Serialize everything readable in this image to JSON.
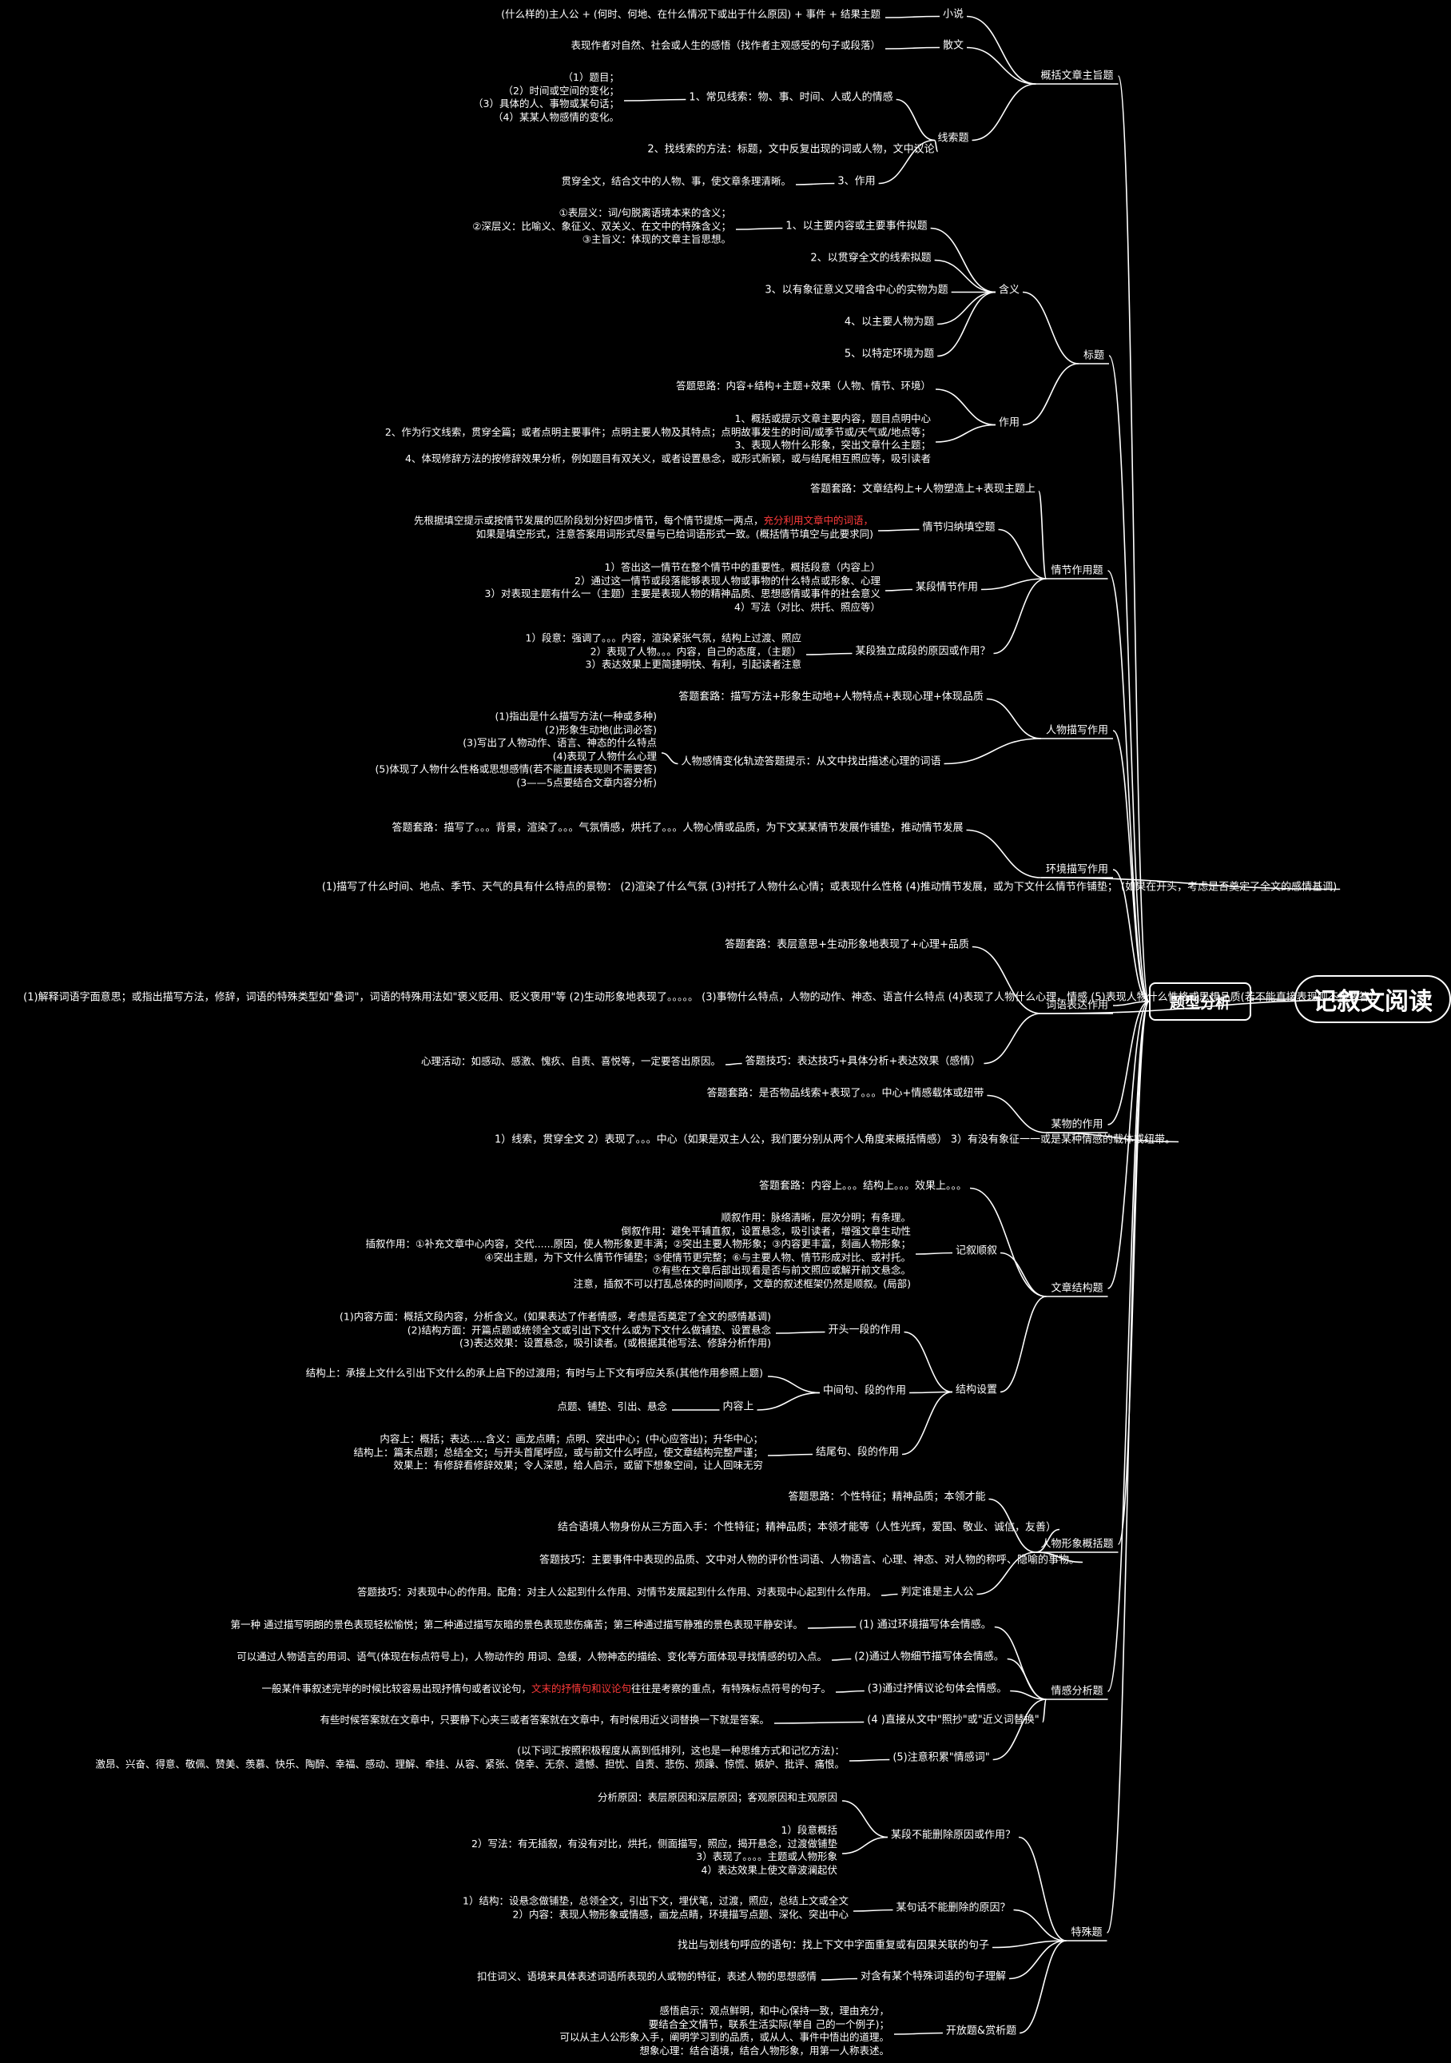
{
  "root": "记叙文阅读",
  "center": "题型分析",
  "branches": [
    {
      "label": "概括文章主旨题",
      "children": [
        {
          "label": "小说",
          "leaves": [
            "(什么样的)主人公 + (何时、何地、在什么情况下或出于什么原因) + 事件 + 结果主题"
          ]
        },
        {
          "label": "散文",
          "leaves": [
            "表现作者对自然、社会或人生的感悟（找作者主观感受的句子或段落）"
          ]
        },
        {
          "label": "线索题",
          "children": [
            {
              "label": "1、常见线索：物、事、时间、人或人的情感",
              "leaves": [
                "（1）题目；\n（2）时间或空间的变化；\n（3）具体的人、事物或某句话；\n（4）某某人物感情的变化。"
              ]
            },
            {
              "label": "2、找线索的方法：标题，文中反复出现的词或人物，文中议论",
              "leaves": []
            },
            {
              "label": "3、作用",
              "leaves": [
                "贯穿全文，结合文中的人物、事，使文章条理清晰。"
              ]
            }
          ]
        }
      ]
    },
    {
      "label": "标题",
      "children": [
        {
          "label": "含义",
          "children": [
            {
              "label": "1、以主要内容或主要事件拟题",
              "leaves": [
                "①表层义：词/句脱离语境本来的含义；\n②深层义：比喻义、象征义、双关义、在文中的特殊含义；\n③主旨义：体现的文章主旨思想。"
              ]
            },
            {
              "label": "2、以贯穿全文的线索拟题",
              "leaves": []
            },
            {
              "label": "3、以有象征意义又暗含中心的实物为题",
              "leaves": []
            },
            {
              "label": "4、以主要人物为题",
              "leaves": []
            },
            {
              "label": "5、以特定环境为题",
              "leaves": []
            }
          ]
        },
        {
          "label": "作用",
          "leaves": [
            "答题思路：内容+结构+主题+效果（人物、情节、环境）",
            "1、概括或提示文章主要内容，题目点明中心\n2、作为行文线索，贯穿全篇；或者点明主要事件；点明主要人物及其特点；点明故事发生的时间/或季节或/天气或/地点等；\n3、表现人物什么形象，突出文章什么主题；\n4、体现修辞方法的按修辞效果分析，例如题目有双关义，或者设置悬念，或形式新颖，或与结尾相互照应等，吸引读者"
          ]
        }
      ]
    },
    {
      "label": "情节作用题",
      "children": [
        {
          "label": "答题套路：文章结构上+人物塑造上+表现主题上",
          "leaves": []
        },
        {
          "label": "情节归纳填空题",
          "leaves": [
            "先根据填空提示或按情节发展的匹阶段划分好四步情节，每个情节提炼一两点，[[充分利用文章中的词语，]]\n如果是填空形式，注意答案用词形式尽量与已给词语形式一致。(概括情节填空与此要求同)"
          ]
        },
        {
          "label": "某段情节作用",
          "leaves": [
            "1）答出这一情节在整个情节中的重要性。概括段意（内容上）\n2）通过这一情节或段落能够表现人物或事物的什么特点或形象、心理\n3）对表现主题有什么一（主题）主要是表现人物的精神品质、思想感情或事件的社会意义\n4）写法（对比、烘托、照应等）"
          ]
        },
        {
          "label": "某段独立成段的原因或作用？",
          "leaves": [
            "1）段意：强调了。。。内容，渲染紧张气氛，结构上过渡、照应\n2）表现了人物。。。内容，自己的态度，（主题）\n3）表达效果上更简捷明快、有利，引起读者注意"
          ]
        }
      ]
    },
    {
      "label": "人物描写作用",
      "children": [
        {
          "label": "答题套路：描写方法+形象生动地+人物特点+表现心理+体现品质",
          "leaves": []
        },
        {
          "label": "人物感情变化轨迹答题提示：从文中找出描述心理的词语",
          "leaves": [
            "(1)指出是什么描写方法(一种或多种)\n(2)形象生动地(此词必答)\n(3)写出了人物动作、语言、神态的什么特点\n(4)表现了人物什么心理\n(5)体现了人物什么性格或思想感情(若不能直接表现则不需要答)\n(3——5点要结合文章内容分析)"
          ]
        }
      ]
    },
    {
      "label": "环境描写作用",
      "children": [
        {
          "label": "答题套路：描写了。。。背景，渲染了。。。气氛情感，烘托了。。。人物心情或品质，为下文某某情节发展作铺垫，推动情节发展",
          "leaves": []
        },
        {
          "label": "(1)描写了什么时间、地点、季节、天气的具有什么特点的景物：\n(2)渲染了什么气氛\n(3)衬托了人物什么心情；或表现什么性格\n(4)推动情节发展，或为下文什么情节作铺垫；\n(如果在开头，考虑是否奠定了全文的感情基调)",
          "leaves": []
        }
      ]
    },
    {
      "label": "词语表达作用",
      "children": [
        {
          "label": "答题套路：表层意思+生动形象地表现了+心理+品质",
          "leaves": []
        },
        {
          "label": "(1)解释词语字面意思；或指出描写方法，修辞，词语的特殊类型如\"叠词\"，词语的特殊用法如\"褒义贬用、贬义褒用\"等\n(2)生动形象地表现了。。。。。\n(3)事物什么特点，人物的动作、神态、语言什么特点\n(4)表现了人物什么心理，情感\n(5)表现人物什么性格或思想品质(若不能直接表现则不需要答)",
          "leaves": []
        },
        {
          "label": "答题技巧：表达技巧+具体分析+表达效果（感情）",
          "leaves": [
            "心理活动：如感动、感激、愧疚、自责、喜悦等，一定要答出原因。"
          ]
        }
      ]
    },
    {
      "label": "某物的作用",
      "children": [
        {
          "label": "答题套路：是否物品线索+表现了。。。中心+情感载体或纽带",
          "leaves": []
        },
        {
          "label": "1）线索，贯穿全文\n2）表现了。。。中心（如果是双主人公，我们要分别从两个人角度来概括情感）\n3）有没有象征一一或是某种情感的载体或纽带。",
          "leaves": []
        }
      ]
    },
    {
      "label": "文章结构题",
      "children": [
        {
          "label": "答题套路：内容上。。。结构上。。。效果上。。。",
          "leaves": []
        },
        {
          "label": "记叙顺叙",
          "leaves": [
            "顺叙作用：脉络清晰，层次分明；有条理。\n倒叙作用：避免平铺直叙，设置悬念，吸引读者，增强文章生动性\n插叙作用：①补充文章中心内容，交代......原因，使人物形象更丰满；②突出主要人物形象；③内容更丰富，刻画人物形象；\n④突出主题，为下文什么情节作铺垫；⑤使情节更完整；⑥与主要人物、情节形成对比、或衬托。\n⑦有些在文章后部出现看是否与前文照应或解开前文悬念。\n注意，插叙不可以打乱总体的时间顺序，文章的叙述框架仍然是顺叙。(局部)"
          ]
        },
        {
          "label": "结构设置",
          "children": [
            {
              "label": "开头一段的作用",
              "leaves": [
                "(1)内容方面：概括文段内容，分析含义。(如果表达了作者情感，考虑是否奠定了全文的感情基调)\n(2)结构方面：开篇点题或统领全文或引出下文什么或为下文什么做铺垫、设置悬念\n(3)表达效果：设置悬念，吸引读者。(或根据其他写法、修辞分析作用)"
              ]
            },
            {
              "label": "中间句、段的作用",
              "leaves": [
                "结构上：承接上文什么引出下文什么的承上启下的过渡用；有时与上下文有呼应关系(其他作用参照上题)"
              ],
              "sub": {
                "label": "内容上",
                "leaves": [
                  "点题、铺垫、引出、悬念"
                ]
              }
            },
            {
              "label": "结尾句、段的作用",
              "leaves": [
                "内容上：概括；表达.....含义：画龙点睛；点明、突出中心；(中心应答出)；升华中心；\n结构上：篇末点题；总结全文；与开头首尾呼应，或与前文什么呼应，使文章结构完整严谨；\n效果上：有修辞看修辞效果；令人深思，给人启示，或留下想象空间，让人回味无穷"
              ]
            }
          ]
        }
      ]
    },
    {
      "label": "人物形象概括题",
      "children": [
        {
          "label": "答题思路：个性特征；精神品质；本领才能",
          "leaves": []
        },
        {
          "label": "结合语境人物身份从三方面入手：个性特征；精神品质；本领才能等（人性光辉，爱国、敬业、诚信，友善）",
          "leaves": []
        },
        {
          "label": "答题技巧：主要事件中表现的品质、文中对人物的评价性词语、人物语言、心理、神态、对人物的称呼、隐喻的事物。",
          "leaves": []
        },
        {
          "label": "判定谁是主人公",
          "leaves": [
            "答题技巧：对表现中心的作用。配角：对主人公起到什么作用、对情节发展起到什么作用、对表现中心起到什么作用。"
          ]
        }
      ]
    },
    {
      "label": "情感分析题",
      "children": [
        {
          "label": "(1) 通过环境描写体会情感。",
          "leaves": [
            "第一种 通过描写明朗的景色表现轻松愉悦；第二种通过描写灰暗的景色表现悲伤痛苦；第三种通过描写静雅的景色表现平静安详。"
          ]
        },
        {
          "label": "(2)通过人物细节描写体会情感。",
          "leaves": [
            "可以通过人物语言的用词、语气(体现在标点符号上)，人物动作的 用词、急缓，人物神态的描绘、变化等方面体现寻找情感的切入点。"
          ]
        },
        {
          "label": "(3)通过抒情议论句体会情感。",
          "leaves": [
            "一般某件事叙述完毕的时候比较容易出现抒情句或者议论句，[[文末的抒情句和议论句]]往往是考察的重点，有特殊标点符号的句子。"
          ]
        },
        {
          "label": "(4 )直接从文中\"照抄\"或\"近义词替换\"",
          "leaves": [
            "有些时候答案就在文章中，只要静下心夹三或者答案就在文章中，有时候用近义词替换一下就是答案。"
          ]
        },
        {
          "label": "(5)注意积累\"情感词\"",
          "leaves": [
            "(以下词汇按照积极程度从高到低排列，这也是一种思维方式和记忆方法)：\n激昂、兴奋、得意、敬佩、赞美、羡慕、快乐、陶醉、幸福、感动、理解、牵挂、从容、紧张、侥幸、无奈、遗憾、担忧、自责、悲伤、烦躁、惊慌、嫉妒、批评、痛恨。"
          ]
        }
      ]
    },
    {
      "label": "特殊题",
      "children": [
        {
          "label": "某段不能删除原因或作用？",
          "leaves": [
            "分析原因：表层原因和深层原因；客观原因和主观原因",
            "1）段意概括\n2）写法：有无插叙，有没有对比，烘托，侧面描写，照应，揭开悬念，过渡做铺垫\n3）表现了。。。。主题或人物形象\n4）表达效果上使文章波澜起伏"
          ]
        },
        {
          "label": "某句话不能删除的原因？",
          "leaves": [
            "1）结构：设悬念做铺垫，总领全文，引出下文，埋伏笔，过渡，照应，总结上文或全文\n2）内容：表现人物形象或情感，画龙点睛，环境描写点题、深化、突出中心"
          ]
        },
        {
          "label": "找出与划线句呼应的语句：找上下文中字面重复或有因果关联的句子",
          "leaves": []
        },
        {
          "label": "对含有某个特殊词语的句子理解",
          "leaves": [
            "扣住词义、语境来具体表述词语所表现的人或物的特征，表述人物的思想感情"
          ]
        },
        {
          "label": "开放题&赏析题",
          "leaves": [
            "感悟启示：观点鲜明，和中心保持一致，理由充分，\n要结合全文情节，联系生活实际(举自 己的一个例子)；\n可以从主人公形象入手，阐明学习到的品质，或从人、事件中悟出的道理。\n想象心理：结合语境，结合人物形象，用第一人称表述。"
          ]
        }
      ]
    }
  ]
}
